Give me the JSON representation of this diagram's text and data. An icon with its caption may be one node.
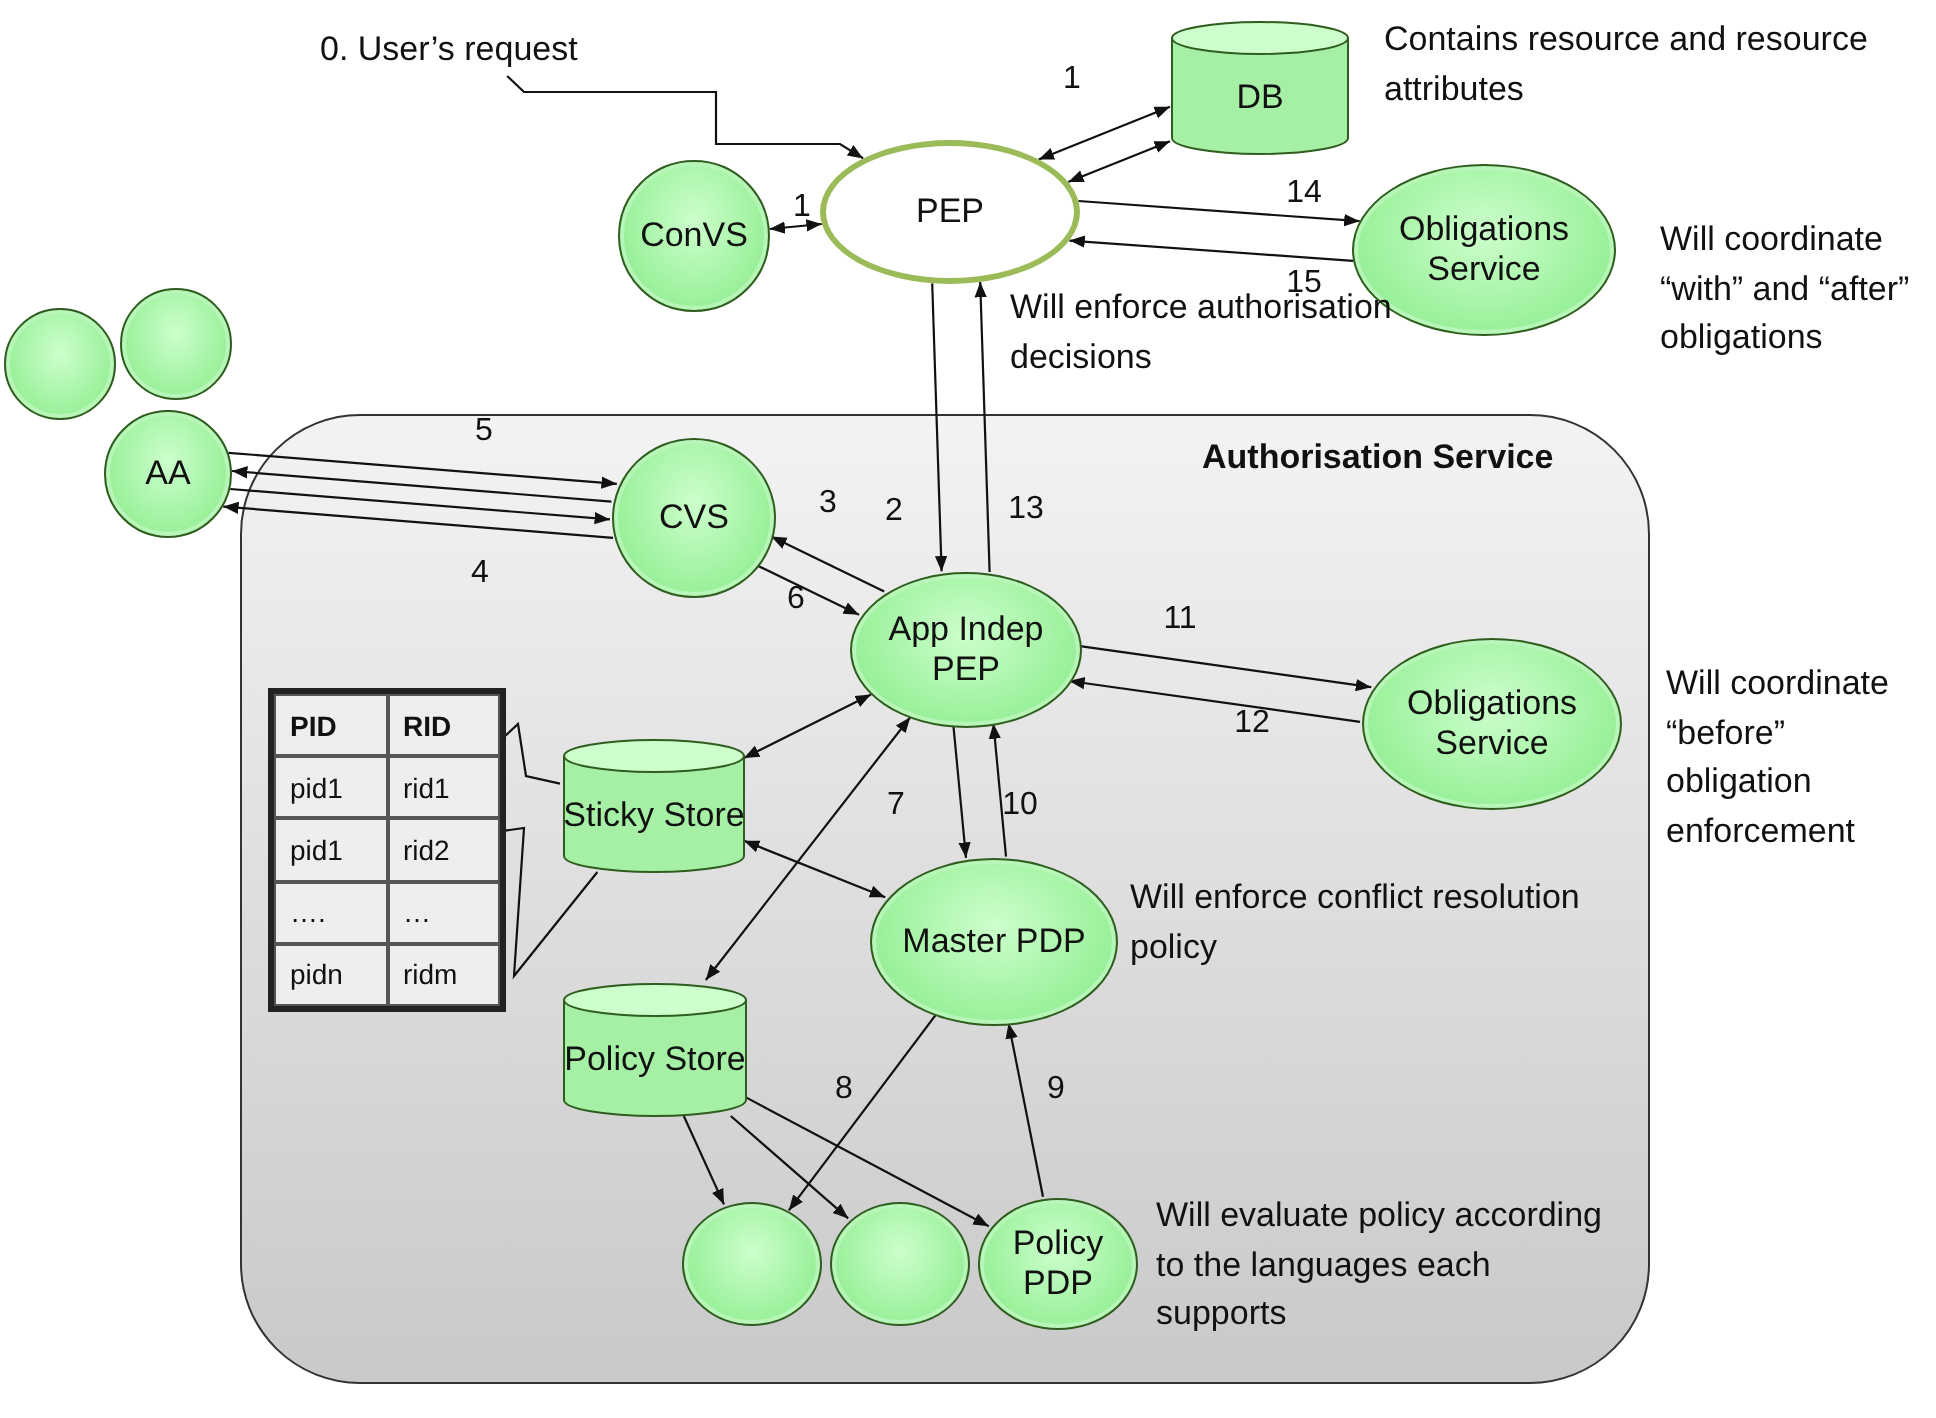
{
  "diagram": {
    "nodes": [
      {
        "text": [
          "0. User’s request"
        ]
      },
      {
        "text": [
          "PEP"
        ],
        "beside": [
          "Will enforce authorisation decisions"
        ]
      },
      {
        "text": [
          "DB"
        ],
        "beside": [
          "Contains resource and resource attributes"
        ]
      },
      {
        "text": [
          "ConVS"
        ]
      },
      {
        "text": [
          "Obligations Service"
        ],
        "beside": [
          "Will coordinate “with” and “after” obligations"
        ]
      },
      {
        "text": [
          "Authorisation Service"
        ]
      },
      {
        "text": [],
        "shape": "circle"
      },
      {
        "text": [],
        "shape": "circle"
      },
      {
        "text": [
          "AA"
        ]
      },
      {
        "text": [
          "CVS"
        ],
        "in": 5
      },
      {
        "text": [
          "App Indep PEP"
        ],
        "in": 5
      },
      {
        "text": [
          "Obligations Service"
        ],
        "in": 5,
        "beside": [
          "Will coordinate “before” obligation enforcement"
        ]
      },
      {
        "text": [
          "PID",
          "RID",
          "pid1",
          "rid1",
          "pid1",
          "rid2",
          "….",
          "…",
          "pidn",
          "ridm"
        ],
        "in": 5
      },
      {
        "text": [
          "Sticky Store"
        ],
        "in": 5
      },
      {
        "text": [
          "Master PDP"
        ],
        "in": 5,
        "beside": [
          "Will enforce conflict resolution policy"
        ]
      },
      {
        "text": [
          "Policy Store"
        ],
        "in": 5
      },
      {
        "text": [],
        "shape": "circle",
        "in": 5
      },
      {
        "text": [],
        "shape": "circle",
        "in": 5
      },
      {
        "text": [
          "Policy PDP"
        ],
        "in": 5,
        "beside": [
          "Will evaluate policy according to the languages each supports"
        ]
      }
    ],
    "edges": [
      {
        "from": 0,
        "to": 1,
        "arrow": "to"
      },
      {
        "from": 1,
        "to": 2,
        "arrow": "both",
        "label": "1"
      },
      {
        "from": 1,
        "to": 2,
        "arrow": "both"
      },
      {
        "from": 3,
        "to": 1,
        "arrow": "both",
        "label": "1"
      },
      {
        "from": 1,
        "to": 4,
        "arrow": "to",
        "label": "14"
      },
      {
        "from": 4,
        "to": 1,
        "arrow": "to",
        "label": "15"
      },
      {
        "from": 1,
        "to": 10,
        "arrow": "to",
        "label": "2"
      },
      {
        "from": 10,
        "to": 1,
        "arrow": "to",
        "label": "13"
      },
      {
        "from": 8,
        "to": 9,
        "arrow": "to",
        "label": "5"
      },
      {
        "from": 9,
        "to": 8,
        "arrow": "to"
      },
      {
        "from": 8,
        "to": 9,
        "arrow": "to"
      },
      {
        "from": 9,
        "to": 8,
        "arrow": "to",
        "label": "4"
      },
      {
        "from": 10,
        "to": 9,
        "arrow": "to",
        "label": "3"
      },
      {
        "from": 9,
        "to": 10,
        "arrow": "to",
        "label": "6"
      },
      {
        "from": 10,
        "to": 11,
        "arrow": "to",
        "label": "11"
      },
      {
        "from": 11,
        "to": 10,
        "arrow": "to",
        "label": "12"
      },
      {
        "from": 10,
        "to": 13,
        "arrow": "both"
      },
      {
        "from": 10,
        "to": 15,
        "arrow": "both"
      },
      {
        "from": 10,
        "to": 14,
        "arrow": "to",
        "label": "7"
      },
      {
        "from": 14,
        "to": 10,
        "arrow": "to",
        "label": "10"
      },
      {
        "from": 13,
        "to": 14,
        "arrow": "both"
      },
      {
        "from": 14,
        "to": 16,
        "arrow": "to",
        "label": "8"
      },
      {
        "from": 18,
        "to": 14,
        "arrow": "to",
        "label": "9"
      },
      {
        "from": 15,
        "to": 16,
        "arrow": "to"
      },
      {
        "from": 15,
        "to": 17,
        "arrow": "to"
      },
      {
        "from": 15,
        "to": 18,
        "arrow": "to"
      },
      {
        "from": 12,
        "to": 13,
        "arrow": "none"
      },
      {
        "from": 12,
        "to": 13,
        "arrow": "none"
      }
    ]
  }
}
